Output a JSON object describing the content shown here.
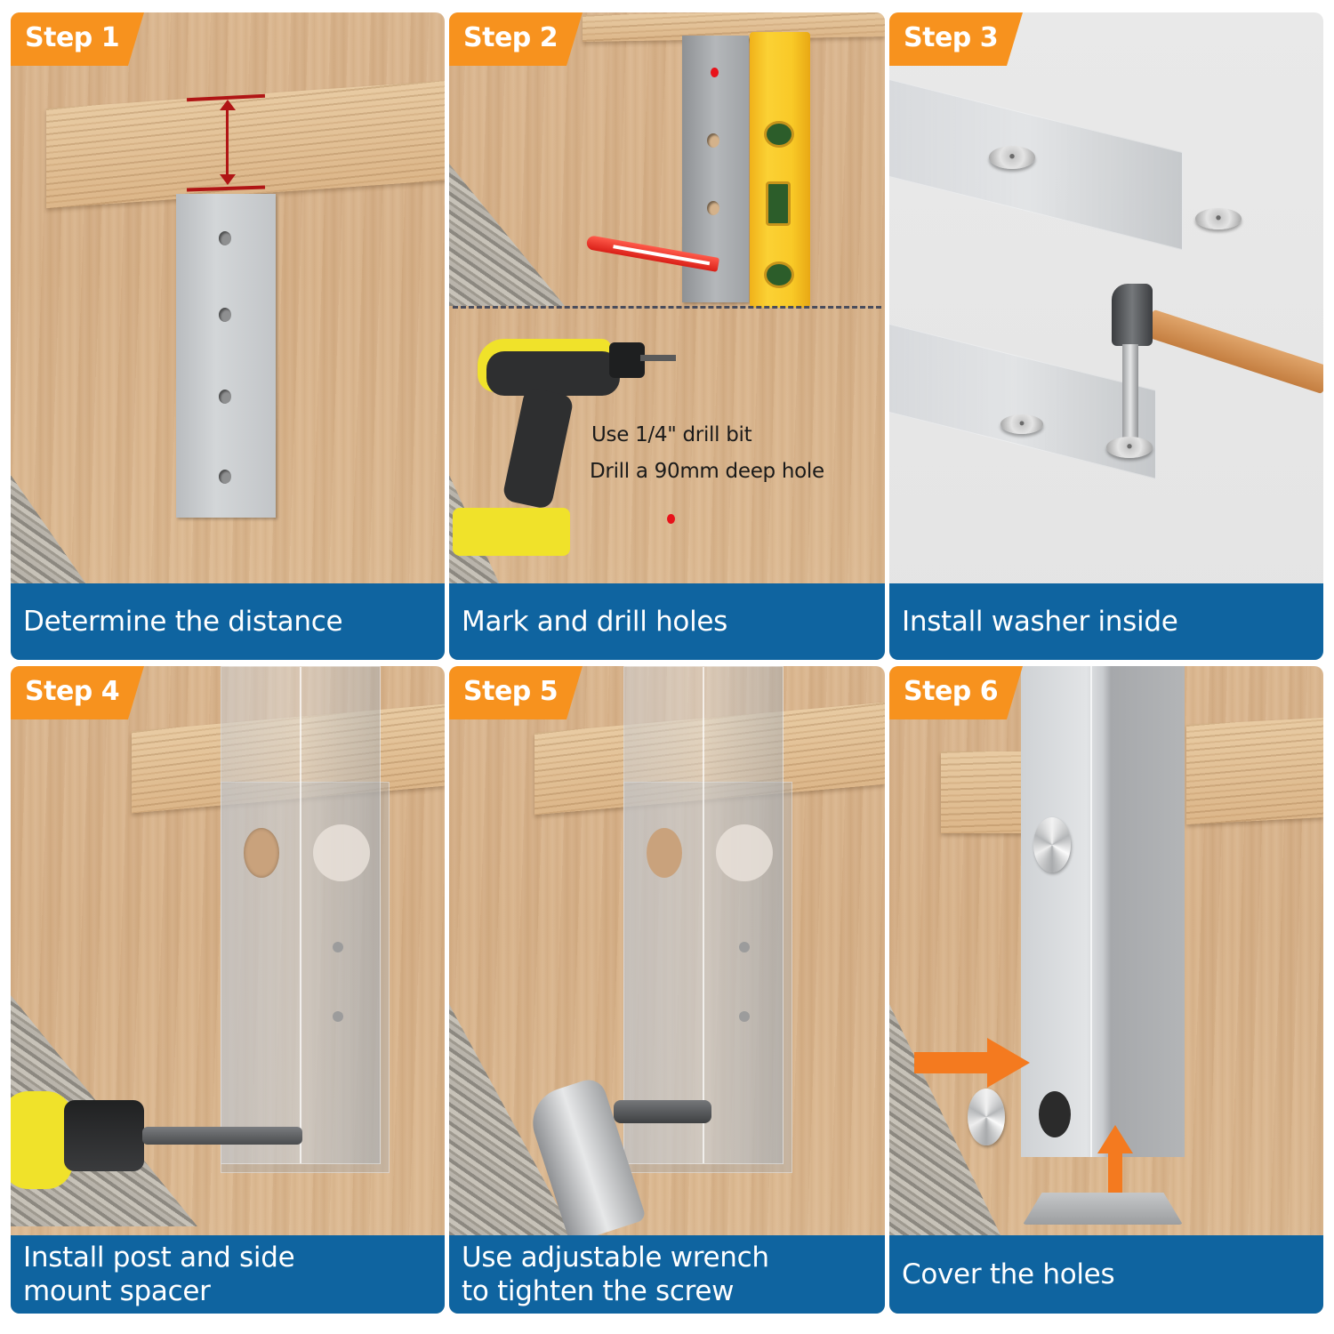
{
  "colors": {
    "badge_orange": "#f7921e",
    "caption_blue": "#0f64a0",
    "measure_red": "#b01515",
    "arrow_orange": "#f47a1f",
    "mark_red": "#e8121a"
  },
  "steps": [
    {
      "badge": "Step 1",
      "caption": "Determine the distance",
      "illustration": "measure-distance-rail-to-plate"
    },
    {
      "badge": "Step 2",
      "caption": "Mark and drill holes",
      "illustration": "level-pencil-and-drill",
      "annotation_lines": [
        "Use 1/4\" drill bit",
        "Drill a 90mm deep hole"
      ]
    },
    {
      "badge": "Step 3",
      "caption": "Install washer inside",
      "illustration": "hammer-washer-into-post"
    },
    {
      "badge": "Step 4",
      "caption": "Install post and side\nmount spacer",
      "illustration": "drill-driving-screw"
    },
    {
      "badge": "Step 5",
      "caption": "Use adjustable wrench\nto tighten the screw",
      "illustration": "wrench-tightening-screw"
    },
    {
      "badge": "Step 6",
      "caption": "Cover the holes",
      "illustration": "cap-and-base-cover"
    }
  ]
}
